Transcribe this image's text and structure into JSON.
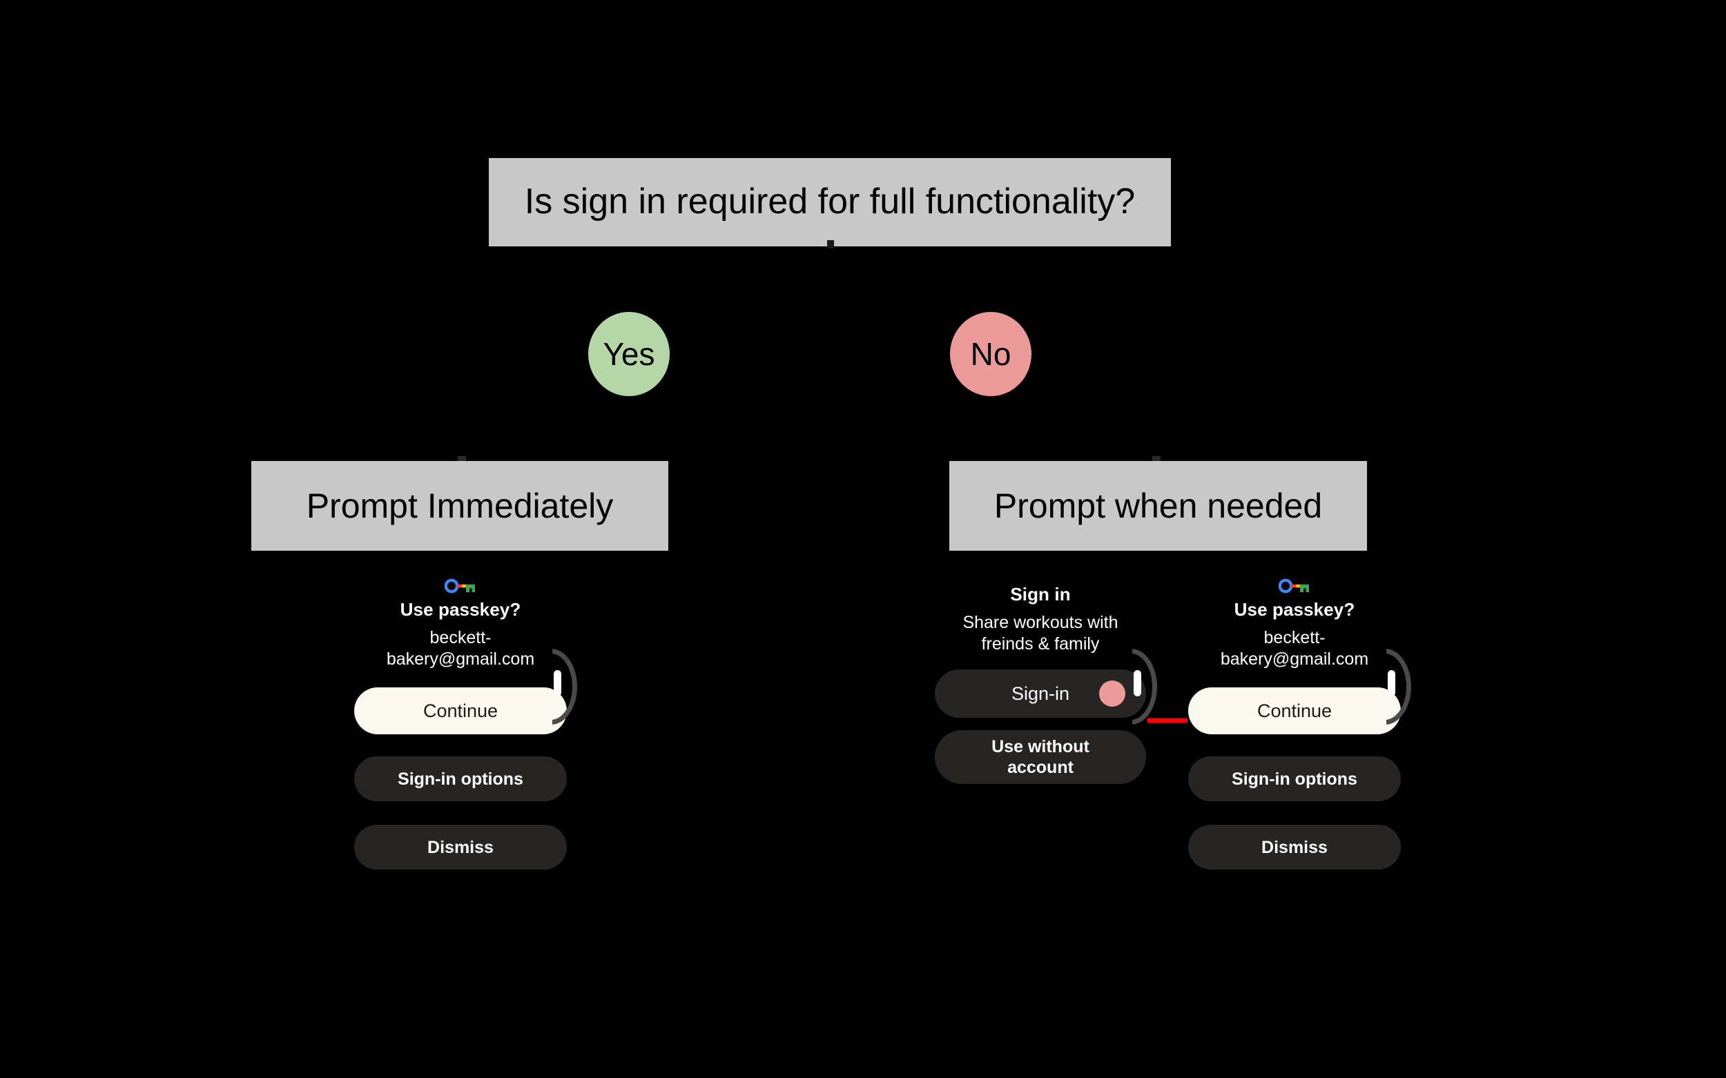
{
  "diagram": {
    "question": "Is sign in required for full functionality?",
    "branches": [
      {
        "label": "Yes",
        "color": "#b5d7a8",
        "outcome": "Prompt Immediately"
      },
      {
        "label": "No",
        "color": "#eb9a9a",
        "outcome": "Prompt when needed"
      }
    ],
    "box_fill": "#c8c8c8",
    "background": "#000000",
    "arrow_color": "#ff0000"
  },
  "mockups": {
    "left_passkey": {
      "icon": "google-passkey-icon",
      "title": "Use passkey?",
      "subtitle": "beckett-\nbakery@gmail.com",
      "buttons": [
        {
          "label": "Continue",
          "style": "primary"
        },
        {
          "label": "Sign-in options",
          "style": "secondary"
        },
        {
          "label": "Dismiss",
          "style": "secondary"
        }
      ]
    },
    "middle_signin": {
      "title": "Sign in",
      "subtitle": "Share workouts with\nfreinds & family",
      "buttons": [
        {
          "label": "Sign-in",
          "style": "secondary",
          "dot_color": "#ec9a9a"
        },
        {
          "label": "Use without\naccount",
          "style": "secondary"
        }
      ]
    },
    "right_passkey": {
      "icon": "google-passkey-icon",
      "title": "Use passkey?",
      "subtitle": "beckett-\nbakery@gmail.com",
      "buttons": [
        {
          "label": "Continue",
          "style": "primary"
        },
        {
          "label": "Sign-in options",
          "style": "secondary"
        },
        {
          "label": "Dismiss",
          "style": "secondary"
        }
      ]
    }
  }
}
